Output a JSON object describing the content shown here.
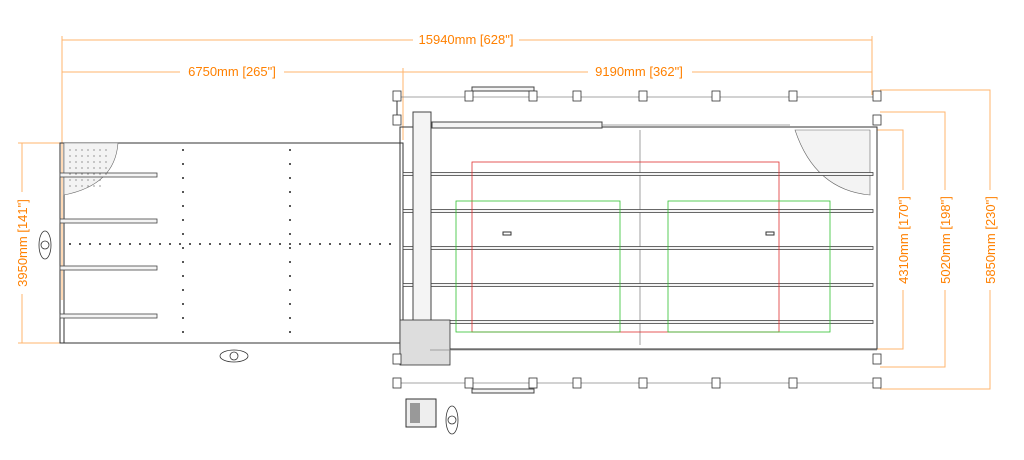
{
  "dimensions": {
    "overall_length": "15940mm [628\"]",
    "loading_table_length": "6750mm [265\"]",
    "cutting_table_length": "9190mm [362\"]",
    "loading_table_width": "3950mm [141\"]",
    "cutting_width_inner": "4310mm [170\"]",
    "cutting_width_mid": "5020mm [198\"]",
    "cutting_width_outer": "5850mm [230\"]"
  },
  "colors": {
    "dimension": "#ff8000",
    "work_area_red": "#e03030",
    "work_area_green": "#30c030"
  }
}
